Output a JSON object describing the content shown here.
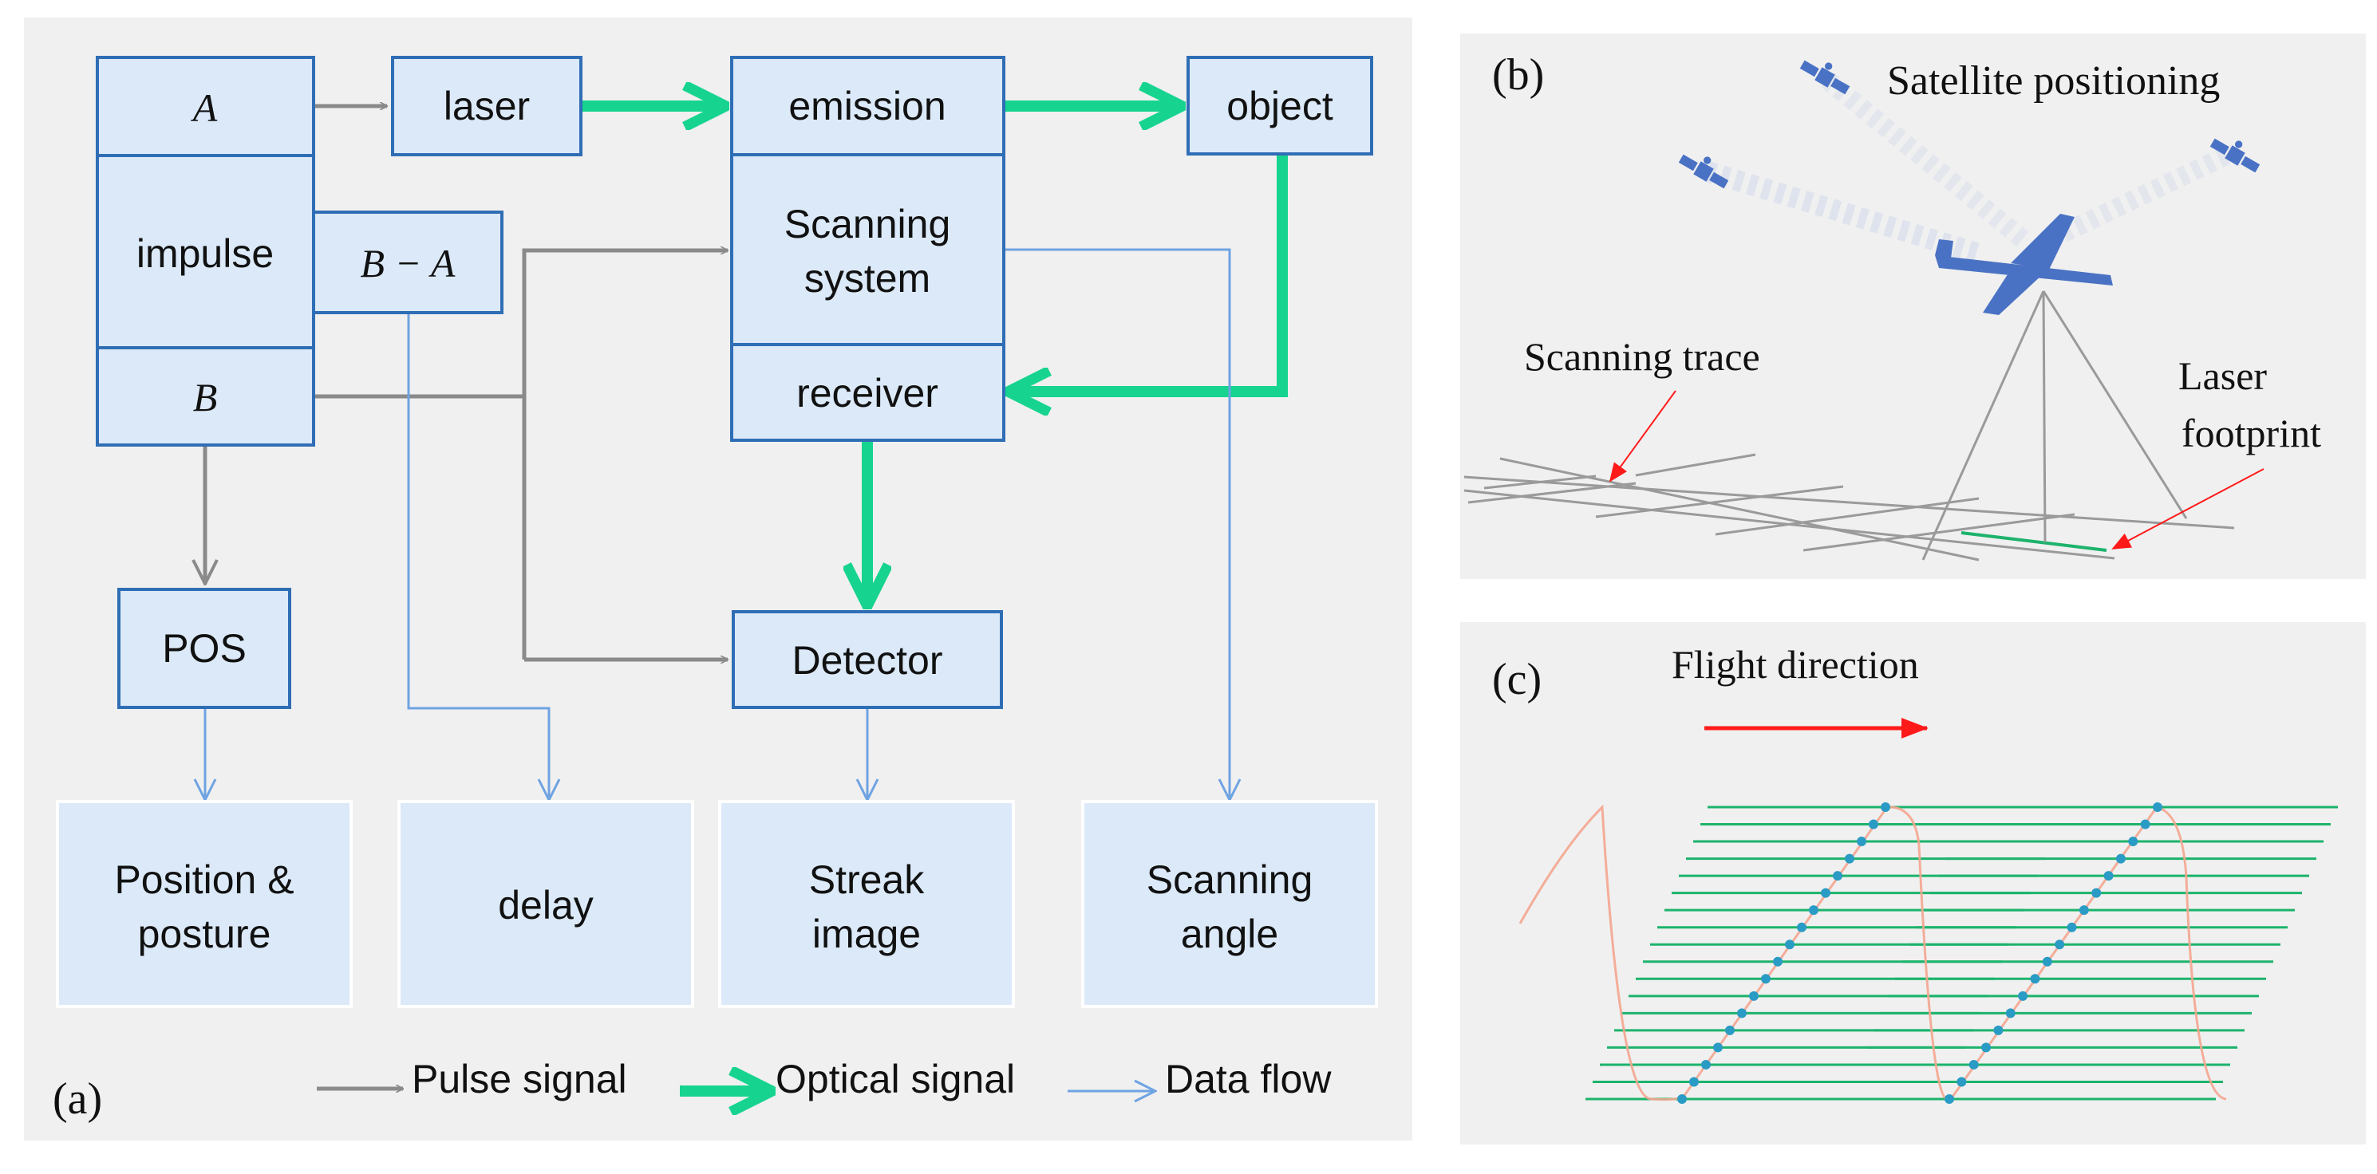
{
  "panel_a": {
    "label": "(a)",
    "nodes": {
      "a": "A",
      "impulse": "impulse",
      "b": "B",
      "b_minus_a": "B − A",
      "laser": "laser",
      "emission": "emission",
      "object": "object",
      "scanning_system_line1": "Scanning",
      "scanning_system_line2": "system",
      "receiver": "receiver",
      "pos": "POS",
      "detector": "Detector"
    },
    "outputs": {
      "position_line1": "Position  &",
      "position_line2": "posture",
      "delay": "delay",
      "streak_line1": "Streak",
      "streak_line2": "image",
      "angle_line1": "Scanning",
      "angle_line2": "angle"
    },
    "legend": {
      "pulse": "Pulse signal",
      "optical": "Optical signal",
      "data": "Data flow"
    },
    "colors": {
      "node_fill": "#dbe9f8",
      "node_border": "#2f6eb5",
      "pulse_signal": "#8a8a8a",
      "optical_signal": "#16d48f",
      "data_flow": "#6fa3e2",
      "panel_background": "#f0f0f0"
    }
  },
  "panel_b": {
    "label": "(b)",
    "satellite": "Satellite positioning",
    "trace": "Scanning trace",
    "footprint_line1": "Laser",
    "footprint_line2": "footprint",
    "colors": {
      "aircraft": "#4a72c4",
      "annotation_arrow": "#ff1a1a",
      "footprint": "#1db36c"
    }
  },
  "panel_c": {
    "label": "(c)",
    "flight": "Flight direction",
    "colors": {
      "scan_line": "#1db36c",
      "trace": "#f4a58f",
      "point": "#2a9bc4",
      "arrow": "#ff1a1a"
    }
  }
}
